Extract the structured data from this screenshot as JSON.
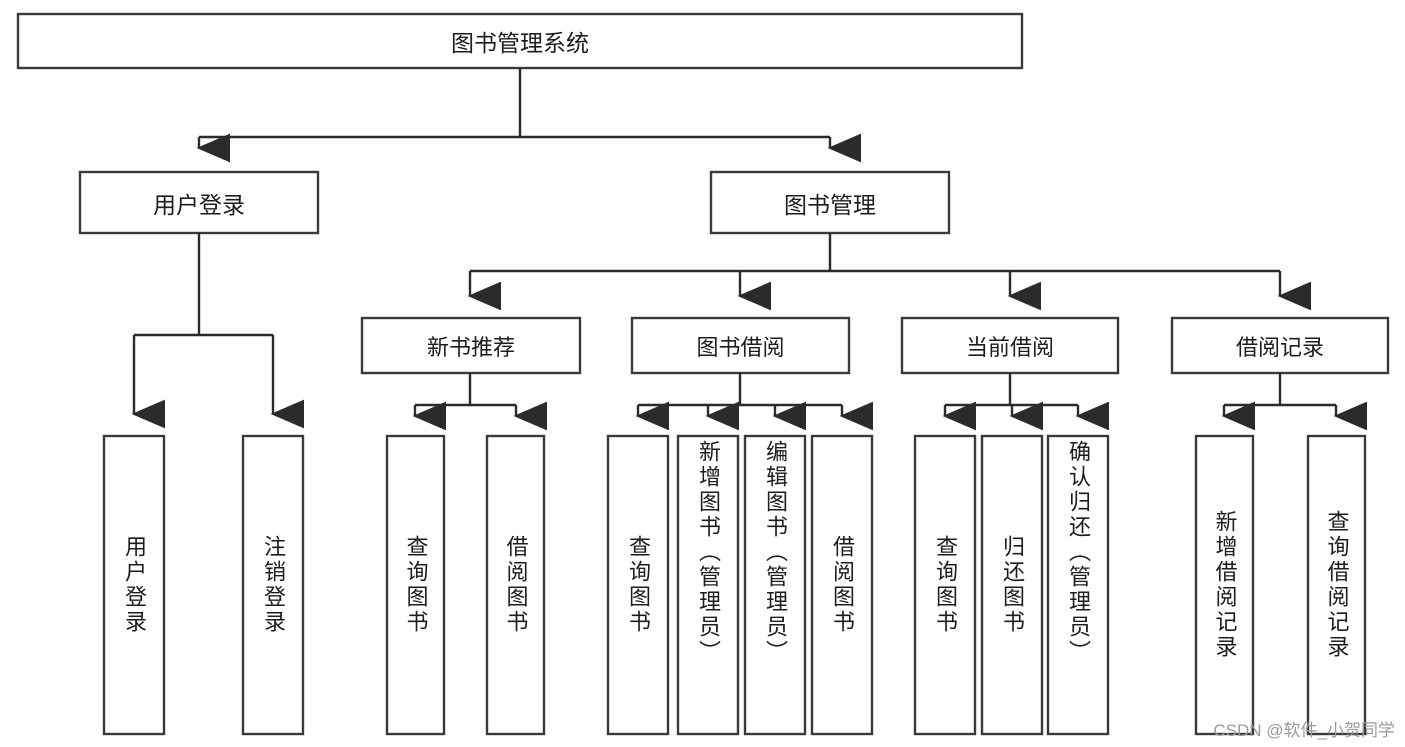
{
  "diagram": {
    "title": "图书管理系统",
    "type": "tree-hierarchy-diagram",
    "colors": {
      "box_stroke": "#3a3a3a",
      "box_fill": "#ffffff",
      "connector": "#2b2b2b",
      "text": "#1d1d1d",
      "watermark": "#9b9b9b",
      "background": "#ffffff"
    },
    "root": {
      "label": "图书管理系统"
    },
    "level2": [
      {
        "label": "用户登录"
      },
      {
        "label": "图书管理"
      }
    ],
    "level3": [
      {
        "label": "新书推荐"
      },
      {
        "label": "图书借阅"
      },
      {
        "label": "当前借阅"
      },
      {
        "label": "借阅记录"
      }
    ],
    "leaves": {
      "user_login": [
        {
          "label": "用户登录"
        },
        {
          "label": "注销登录"
        }
      ],
      "new_book_recommend": [
        {
          "label": "查询图书"
        },
        {
          "label": "借阅图书"
        }
      ],
      "book_borrow": [
        {
          "label": "查询图书"
        },
        {
          "label": "新增图书（管理员）"
        },
        {
          "label": "编辑图书（管理员）"
        },
        {
          "label": "借阅图书"
        }
      ],
      "current_borrow": [
        {
          "label": "查询图书"
        },
        {
          "label": "归还图书"
        },
        {
          "label": "确认归还（管理员）"
        }
      ],
      "borrow_record": [
        {
          "label": "新增借阅记录"
        },
        {
          "label": "查询借阅记录"
        }
      ]
    }
  },
  "watermark": {
    "text": "CSDN @软件_小贺同学"
  }
}
